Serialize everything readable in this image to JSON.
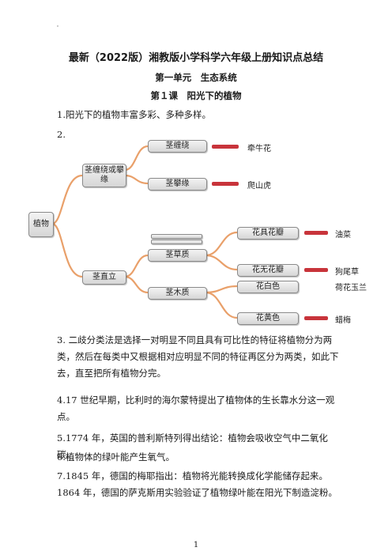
{
  "header": {
    "title": "最新（2022版）湘教版小学科学六年级上册知识点总结",
    "unit": "第一单元　生态系统",
    "lesson": "第１课　阳光下的植物"
  },
  "points": {
    "p1": "1.阳光下的植物丰富多彩、多种多样。",
    "p2": "2.",
    "p3": "3. 二歧分类法是选择一对明显不同且具有可比性的特征将植物分为两类，然后在每类中又根据相对应明显不同的特征再区分为两类，如此下去，直至把所有植物分完。",
    "p4": "4.17 世纪早期，比利时的海尔蒙特提出了植物体的生长靠水分这一观点。",
    "p5": "5.1774 年，英国的普利斯特列得出结论：植物会吸收空气中二氧化碳。",
    "p6": "6.植物体的绿叶能产生氧气。",
    "p7": "7.1845 年，德国的梅耶指出：植物将光能转换成化学能储存起来。1864 年，德国的萨克斯用实验验证了植物绿叶能在阳光下制造淀粉。"
  },
  "diagram": {
    "root": "植物",
    "climb": "茎缠绕或攀缘",
    "twine": "茎缠绕",
    "climbing": "茎攀缘",
    "erect": "茎直立",
    "herb": "茎草质",
    "woody": "茎木质",
    "with_petals": "花具花瓣",
    "no_petals": "花无花瓣",
    "white": "花白色",
    "yellow": "花黄色",
    "leaves": {
      "morning_glory": "牵牛花",
      "ivy": "爬山虎",
      "rapeseed": "油菜",
      "foxtail": "狗尾草",
      "magnolia": "荷花玉兰",
      "wintersweet": "蜡梅"
    },
    "colors": {
      "branch": "#e9a06a",
      "accent": "#c8343b"
    }
  },
  "page_number": "1"
}
